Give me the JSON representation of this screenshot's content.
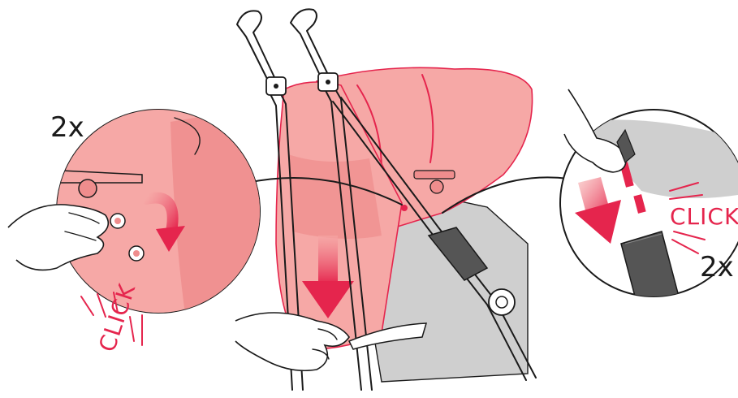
{
  "labels": {
    "count_left": "2x",
    "count_right": "2x",
    "click_left": "CLICK",
    "click_right": "CLICK"
  },
  "icons": [
    "rotate-arrow-icon",
    "down-arrow-icon",
    "hand-icon",
    "click-burst-icon"
  ],
  "colors": {
    "fabric": "#f6a8a6",
    "fabric_dark": "#ef8d8d",
    "accent_red": "#e5254d",
    "seat_gray": "#cfcfcf",
    "outline": "#1a1a1a"
  }
}
